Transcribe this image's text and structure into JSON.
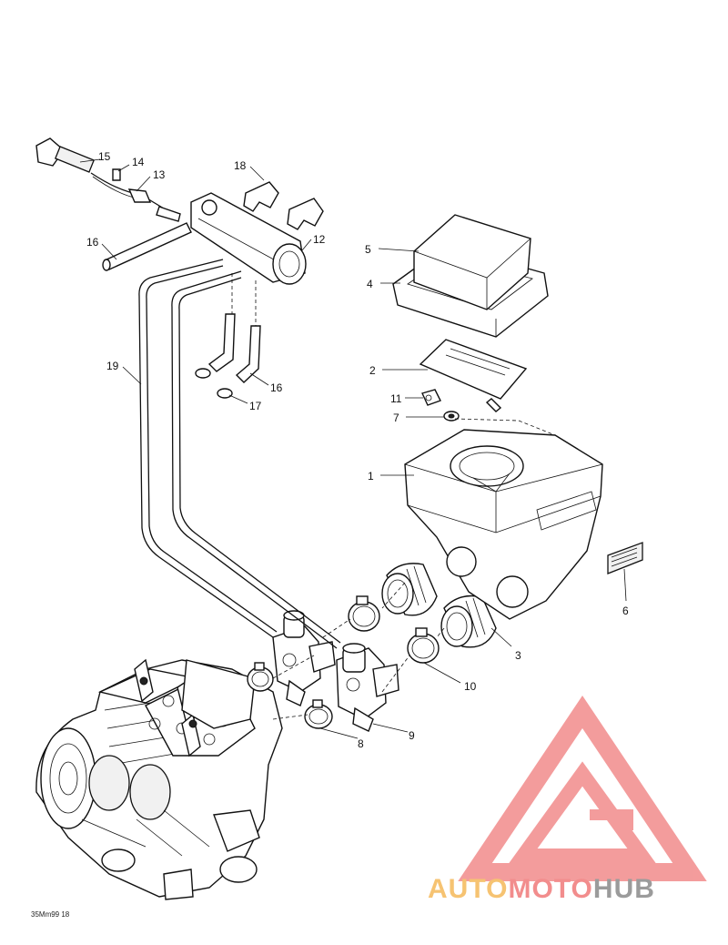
{
  "diagram": {
    "reference_code": "35Mm99 18",
    "callouts": [
      "1",
      "2",
      "3",
      "4",
      "5",
      "6",
      "7",
      "8",
      "9",
      "10",
      "11",
      "12",
      "13",
      "14",
      "15",
      "16",
      "16",
      "17",
      "18",
      "19"
    ]
  },
  "watermark": {
    "word_part1": "AUTO",
    "word_part2": "MOTO",
    "word_part3": "HUB",
    "colors": {
      "triangle": "#f28b8b",
      "part1": "#f5b95a",
      "part2": "#f07a7a",
      "part3": "#8a8a8a"
    }
  }
}
